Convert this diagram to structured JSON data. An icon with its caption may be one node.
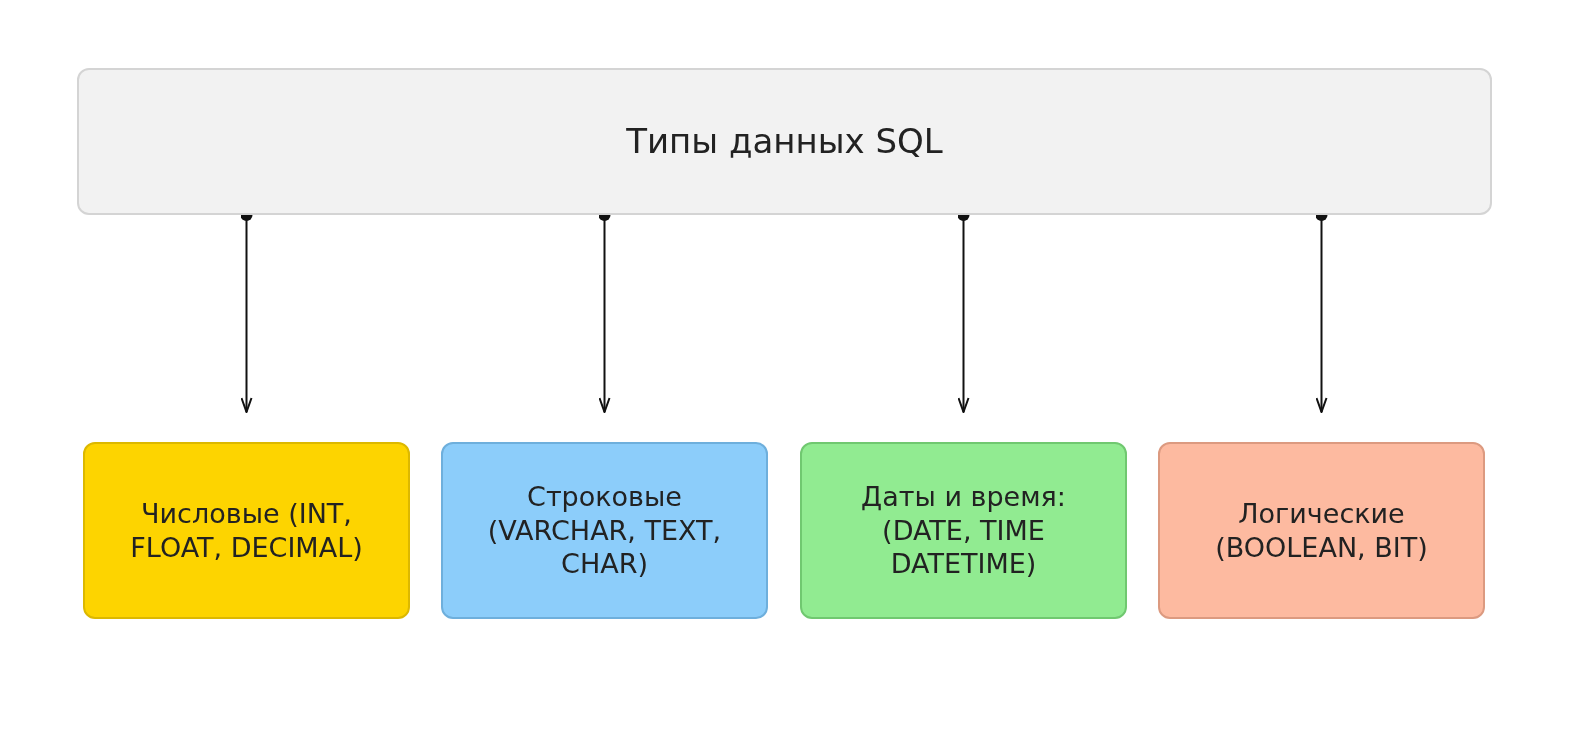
{
  "diagram": {
    "nodes": [
      {
        "text": [
          "Типы данных SQL"
        ]
      },
      {
        "text": [
          "Числовые (INT, FLOAT, DECIMAL)"
        ]
      },
      {
        "text": [
          "Строковые (VARCHAR, TEXT, CHAR)"
        ]
      },
      {
        "text": [
          "Даты и время: (DATE, TIME DATETIME)"
        ]
      },
      {
        "text": [
          "Логические (BOOLEAN, BIT)"
        ]
      }
    ],
    "edges": [
      {
        "from": 0,
        "to": 1,
        "arrow": "to"
      },
      {
        "from": 0,
        "to": 2,
        "arrow": "to"
      },
      {
        "from": 0,
        "to": 3,
        "arrow": "to"
      },
      {
        "from": 0,
        "to": 4,
        "arrow": "to"
      }
    ]
  }
}
